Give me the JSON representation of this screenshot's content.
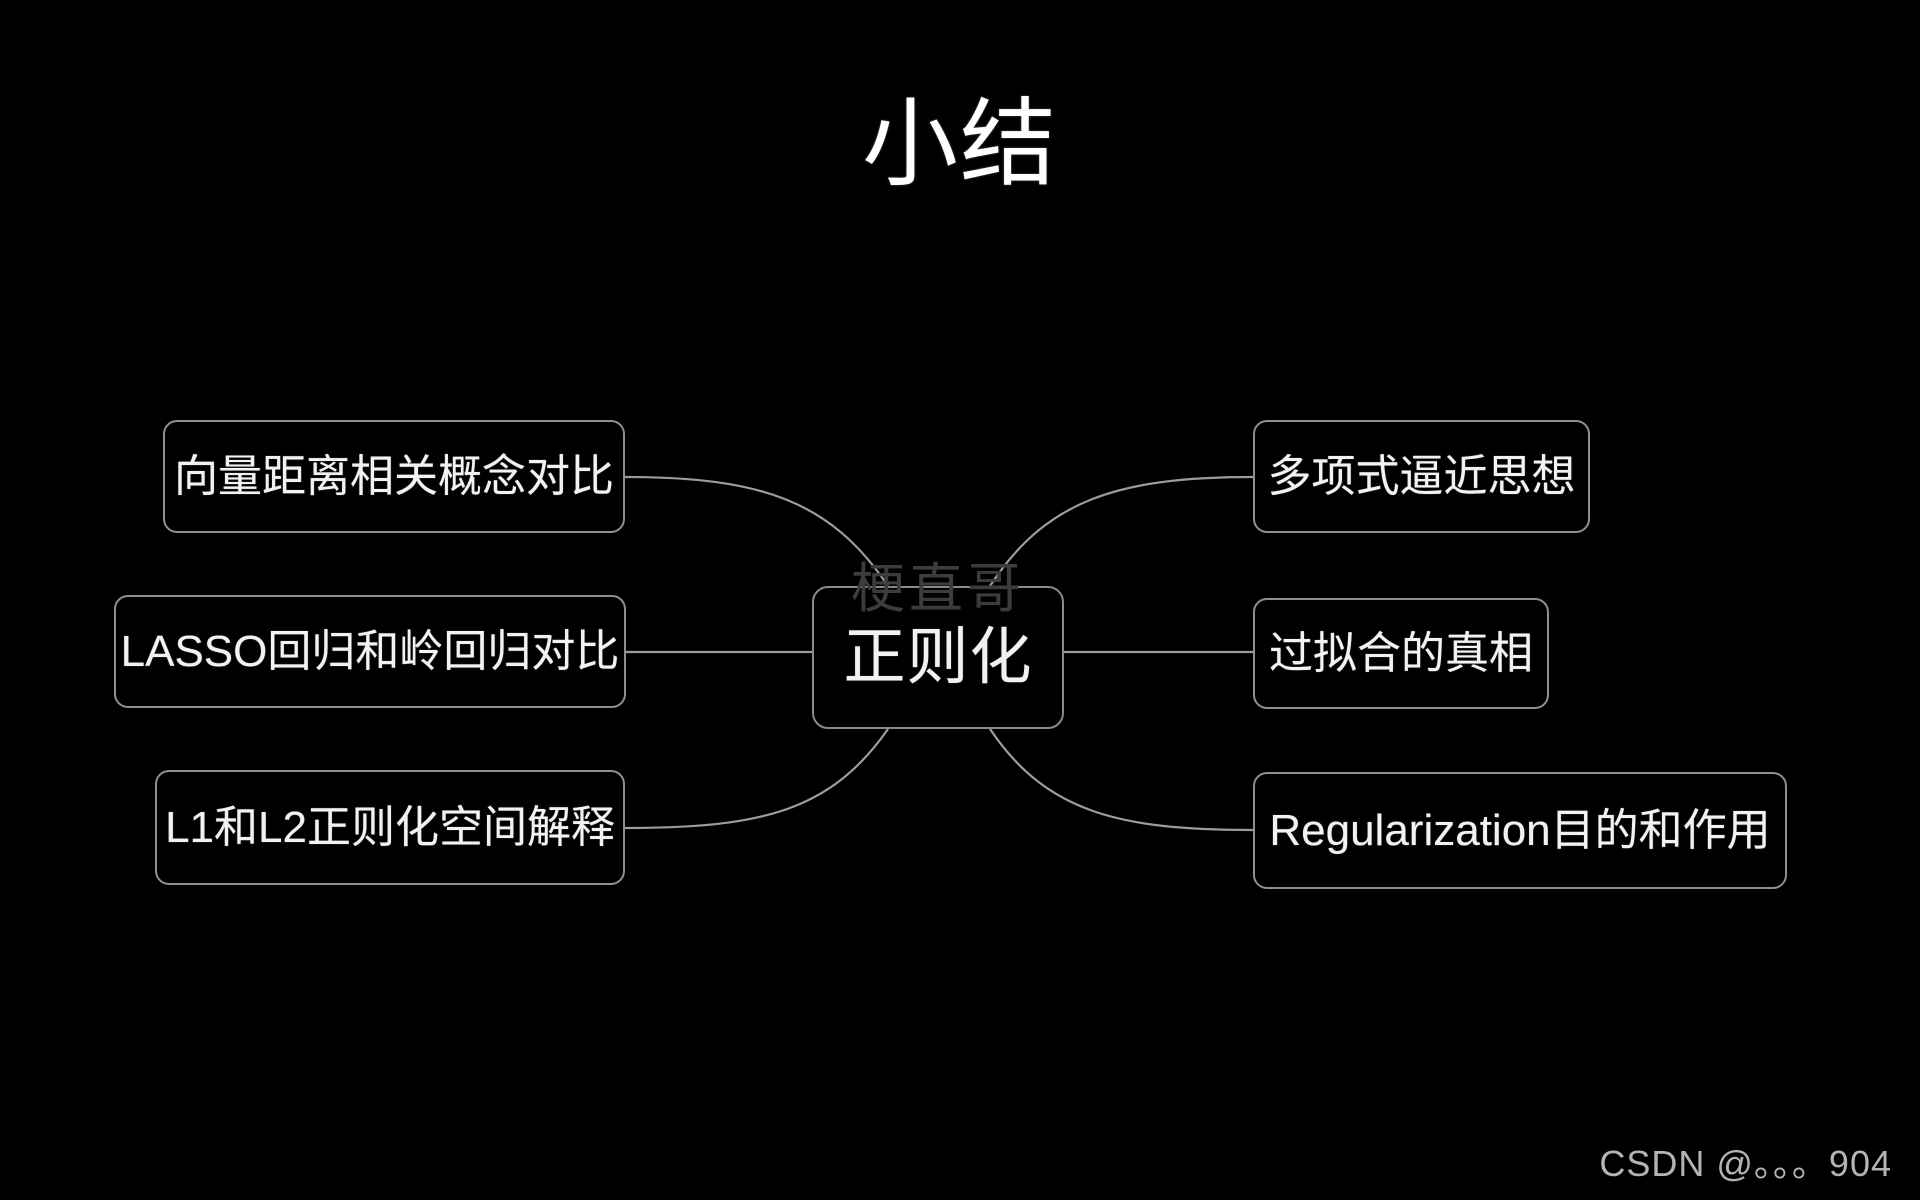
{
  "slide": {
    "title": "小结",
    "background_color": "#000000",
    "text_color": "#f2f2f2",
    "node_border_color": "#8f8f8f",
    "connector_color": "#9c9c9c"
  },
  "mindmap": {
    "center": {
      "label": "正则化",
      "watermark": "梗直哥"
    },
    "left_branches": [
      {
        "label": "向量距离相关概念对比"
      },
      {
        "label": "LASSO回归和岭回归对比"
      },
      {
        "label": "L1和L2正则化空间解释"
      }
    ],
    "right_branches": [
      {
        "label": "多项式逼近思想"
      },
      {
        "label": "过拟合的真相"
      },
      {
        "label": "Regularization目的和作用"
      }
    ]
  },
  "footer": {
    "watermark": "CSDN @。。。904"
  }
}
